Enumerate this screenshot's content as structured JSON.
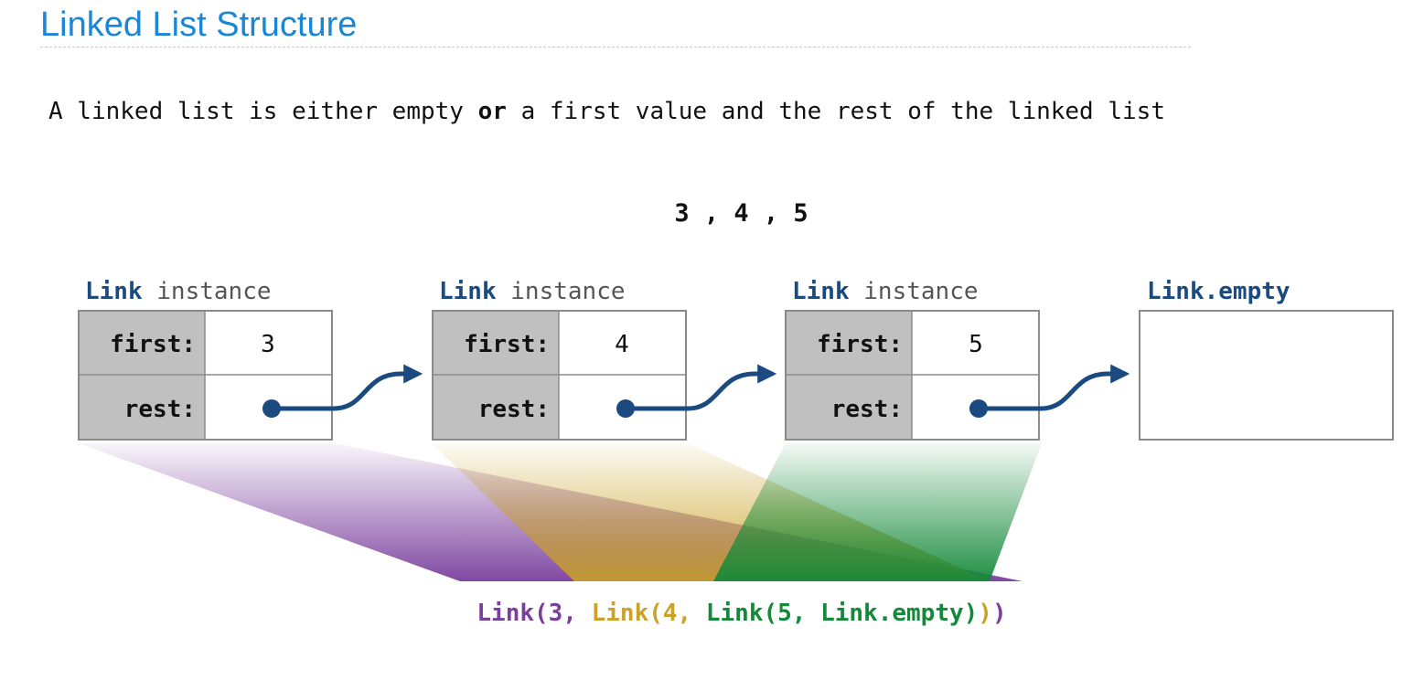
{
  "header": {
    "title": "Linked List Structure"
  },
  "intro": {
    "before": "A linked list is either empty ",
    "emphasis": "or",
    "after": " a first value and the rest of the linked list"
  },
  "sequence": "3 , 4 , 5",
  "links": [
    {
      "label_keyword": "Link",
      "label_rest": " instance",
      "first_label": "first:",
      "rest_label": "rest:",
      "first_value": "3"
    },
    {
      "label_keyword": "Link",
      "label_rest": " instance",
      "first_label": "first:",
      "rest_label": "rest:",
      "first_value": "4"
    },
    {
      "label_keyword": "Link",
      "label_rest": " instance",
      "first_label": "first:",
      "rest_label": "rest:",
      "first_value": "5"
    }
  ],
  "empty_label": "Link.empty",
  "expression": {
    "p1": "Link(3, ",
    "p2": "Link(4, ",
    "p3": "Link(5, Link.empty)",
    "p4": ")",
    "p5": ")"
  },
  "colors": {
    "title": "#1a86d6",
    "link_keyword": "#1a4a80",
    "arrow": "#1a4a80",
    "label_cell": "#c0c0c0",
    "purple": "#7a3f9d",
    "gold": "#c9a227",
    "green": "#15893a"
  }
}
